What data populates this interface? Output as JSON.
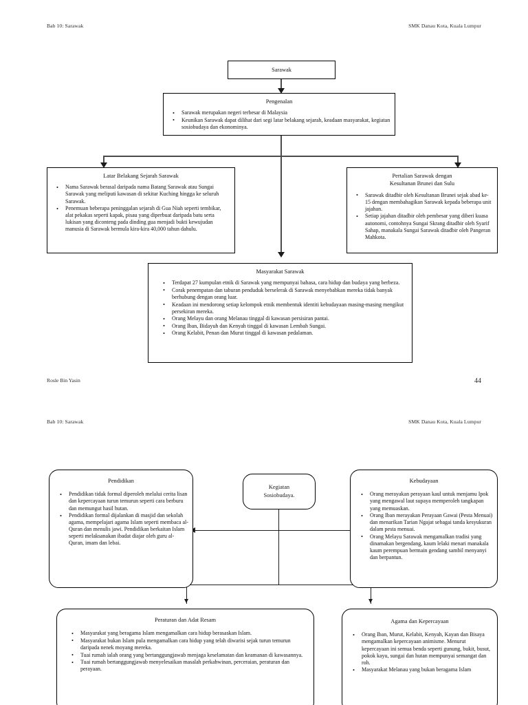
{
  "document": {
    "running_head_left": "Bab 10: Sarawak",
    "running_head_right": "SMK Danau Kota, Kuala Lumpur",
    "footer_author": "Rosle Bin Yasin",
    "footer_page_number": "44"
  },
  "page1": {
    "root": {
      "title": "Sarawak"
    },
    "intro": {
      "title": "Pengenalan",
      "bullets": [
        "Sarawak merupakan negeri terbesar di Malaysia",
        "Keunikan Sarawak dapat dilihat dari segi latar belakang sejarah, keadaan masyarakat, kegiatan sosiobudaya dan ekonominya."
      ]
    },
    "history": {
      "title": "Latar Belakang Sejarah Sarawak",
      "bullets": [
        "Nama Sarawak berasal daripada nama Batang Sarawak atau Sungai Sarawak yang meliputi kawasan di sekitar Kuching hingga ke seluruh Sarawak.",
        "Penemuan beberapa peninggalan sejarah di Gua Niah seperti tembikar, alat pekakas seperti kapak, pisau yang diperbuat daripada batu serta lukisan yang diconteng pada dinding gua menjadi bukti kewujudan manusia di Sarawak bermula kira-kira 40,000 tahun dahulu."
      ]
    },
    "brunei": {
      "title_line1": "Pertalian Sarawak dengan",
      "title_line2": "Kesultanan Brunei dan Sulu",
      "bullets": [
        "Sarawak ditadbir oleh Kesultanan Brunei sejak abad ke-15 dengan membahagikan Sarawak kepada beberapa unit jajahan.",
        "Setiap jajahan ditadbir oleh pembesar yang diberi kuasa autonomi, contohnya Sungai Skrang ditadbir oleh Syarif Sahap, manakala Sungai Sarawak ditadbir oleh Pangeran Mahkota."
      ]
    },
    "society": {
      "title": "Masyarakat Sarawak",
      "bullets": [
        "Terdapat 27 kumpulan etnik di Sarawak yang mempunyai bahasa, cara hidup dan budaya yang berbeza.",
        "Corak penempatan dan taburan penduduk berselerak di Sarawak menyebabkan mereka tidak banyak berhubung dengan orang luar.",
        "Keadaan ini mendorong setiap kelompok etnik membentuk identiti kebudayaan masing-masing mengikut persekiran mereka.",
        "Orang Melayu dan orang Melanau tinggal di kawasan persisiran pantai.",
        "Orang Iban, Bidayuh dan Kenyah tinggal di kawasan Lembah Sungai.",
        "Orang Kelabit, Penan dan Murut tinggal di kawasan pedalaman."
      ]
    }
  },
  "page2": {
    "center": {
      "line1": "Kegiatan",
      "line2": "Sosiobudaya."
    },
    "education": {
      "title": "Pendidikan",
      "bullets": [
        "Pendidikan tidak formal diperoleh melalui cerita lisan dan kepercayaan turun temurun seperti cara berburu dan memungut hasil hutan.",
        "Pendidikan formal dijalankan di masjid dan sekolah agama, mempelajari agama Islam seperti membaca al-Quran dan menulis jawi. Pendidikan berkaitan Islam seperti melaksanakan ibadat diajar oleh guru al-Quran, imam dan lebai."
      ]
    },
    "culture": {
      "title": "Kebudayaan",
      "bullets": [
        "Orang merayakan perayaan kaul untuk menjamu Ipok yang mengawal laut supaya memperoleh tangkapan yang memuaskan.",
        "Orang Iban merayakan Perayaan Gawai (Pesta Menuai) dan menarikan Tarian Ngajat sebagai tanda kesyukuran dalam pesta menuai.",
        "Orang Melayu Sarawak mengamalkan tradisi yang dinamakan bergendang, kaum lelaki menari manakala kaum perempuan bermain gendang sambil menyanyi dan berpantun."
      ]
    },
    "customs": {
      "title": "Peraturan dan Adat Resam",
      "bullets": [
        "Masyarakat yang beragama Islam mengamalkan cara hidup berasaskan Islam.",
        "Masyarakat bukan Islam pula mengamalkan cara hidup yang telah diwarisi sejak turun temurun daripada nenek moyang mereka.",
        "Tuai rumah ialah orang yang bertanggungjawab menjaga keselamatan dan keamanan di kawasannya.",
        "Tuai rumah bertanggungjawab menyelesaikan masalah perkahwinan, perceraian, peraturan dan perayaan."
      ]
    },
    "religion": {
      "title": "Agama dan Kepercayaan",
      "bullets": [
        "Orang Iban, Murut, Kelabit, Kenyah, Kayan dan Bisaya mengamalkan kepercayaan animisme. Menurut kepercayaan ini semua benda seperti gunung, bukit, busut, pokok kayu, sungai dan hutan mempunyai semangat dan roh.",
        "Masyarakat Melanau yang bukan beragama Islam"
      ]
    }
  }
}
